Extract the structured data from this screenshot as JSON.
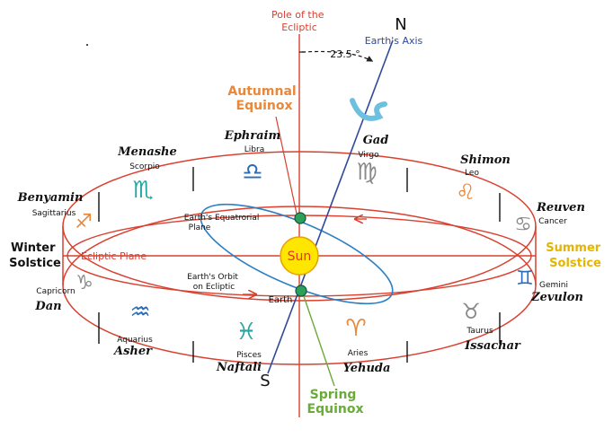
{
  "pole_label": [
    "Pole of the",
    "Ecliptic"
  ],
  "angle_label": "23.5 °",
  "axis": {
    "north": "N",
    "south": "S",
    "label": "Earth's Axis"
  },
  "sun_label": "Sun",
  "ecliptic_plane_label": "Ecliptic Plane",
  "equatorial_plane_label": [
    "Earth's Equatrorial",
    "Plane"
  ],
  "orbit_label": [
    "Earth's Orbit",
    "on Ecliptic"
  ],
  "earth_label": "Earth",
  "autumnal_equinox": [
    "Autumnal",
    "Equinox"
  ],
  "spring_equinox": [
    "Spring",
    "Equinox"
  ],
  "winter_solstice": [
    "Winter",
    "Solstice"
  ],
  "summer_solstice": [
    "Summer",
    "Solstice"
  ],
  "signs": [
    {
      "sign": "Libra",
      "tribe": "Ephraim",
      "icon": "libra-icon",
      "glyph": "♎"
    },
    {
      "sign": "Virgo",
      "tribe": "Gad",
      "icon": "virgo-icon",
      "glyph": "♍"
    },
    {
      "sign": "Leo",
      "tribe": "Shimon",
      "icon": "leo-icon",
      "glyph": "♌"
    },
    {
      "sign": "Cancer",
      "tribe": "Reuven",
      "icon": "cancer-icon",
      "glyph": "♋"
    },
    {
      "sign": "Gemini",
      "tribe": "Zevulon",
      "icon": "gemini-icon",
      "glyph": "♊"
    },
    {
      "sign": "Taurus",
      "tribe": "Issachar",
      "icon": "taurus-icon",
      "glyph": "♉"
    },
    {
      "sign": "Aries",
      "tribe": "Yehuda",
      "icon": "aries-icon",
      "glyph": "♈"
    },
    {
      "sign": "Pisces",
      "tribe": "Naftali",
      "icon": "pisces-icon",
      "glyph": "♓"
    },
    {
      "sign": "Aquarius",
      "tribe": "Asher",
      "icon": "aquarius-icon",
      "glyph": "♒"
    },
    {
      "sign": "Capricorn",
      "tribe": "Dan",
      "icon": "capricorn-icon",
      "glyph": "♑"
    },
    {
      "sign": "Sagittarius",
      "tribe": "Benyamin",
      "icon": "sagittarius-icon",
      "glyph": "♐"
    },
    {
      "sign": "Scorpio",
      "tribe": "Menashe",
      "icon": "scorpio-icon",
      "glyph": "♏"
    }
  ],
  "colors": {
    "ecliptic": "#d9402f",
    "axis": "#2f4a9a",
    "orbit": "#2b7fc2",
    "autumnal": "#e8883a",
    "spring": "#6aaa3a",
    "solstice": "#e5b400",
    "sun_fill": "#ffe600",
    "sun_text": "#e53222",
    "glyph_teal": "#2aa6a2",
    "glyph_orange": "#e8883a",
    "glyph_gray": "#8a8a8a",
    "glyph_blue": "#2a6cb5"
  }
}
